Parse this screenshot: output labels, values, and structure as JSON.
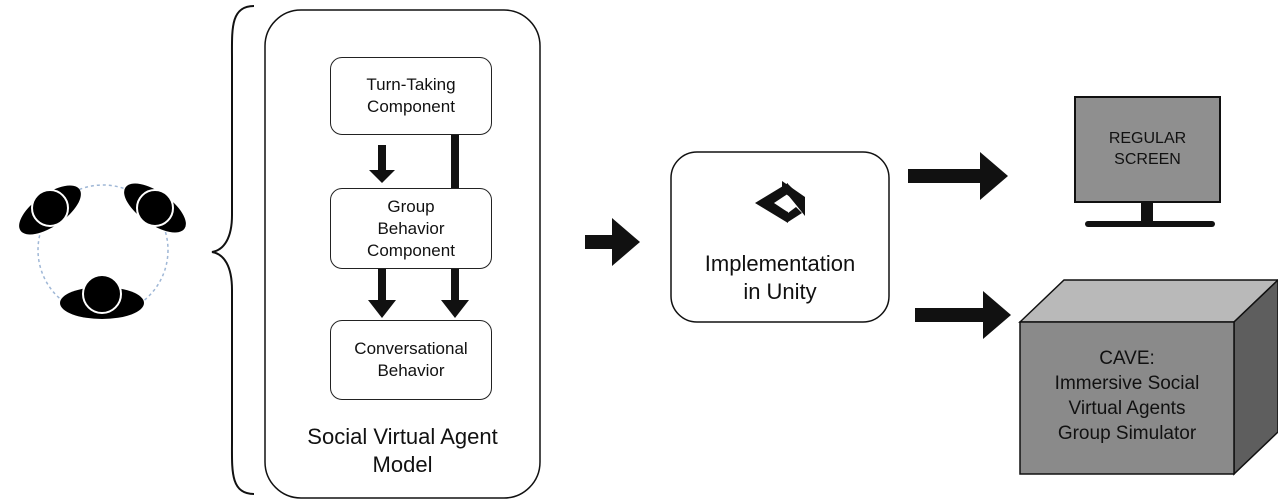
{
  "group_icon": {
    "name": "group-of-people-icon"
  },
  "model": {
    "turn_taking": "Turn-Taking\nComponent",
    "group_behavior": "Group\nBehavior\nComponent",
    "conversational": "Conversational\nBehavior",
    "title": "Social Virtual Agent\nModel"
  },
  "unity": {
    "icon": "unity-logo-icon",
    "label": "Implementation\nin Unity"
  },
  "outputs": {
    "monitor_label": "REGULAR\nSCREEN",
    "cave_label": "CAVE:\nImmersive Social\nVirtual Agents\nGroup Simulator"
  },
  "colors": {
    "stroke": "#111111",
    "monitor_fill": "#8f8f8f",
    "cave_front": "#8a8a8a",
    "cave_top": "#b9b9b9",
    "cave_side": "#5e5e5e",
    "circle": "#9fb7d6"
  }
}
